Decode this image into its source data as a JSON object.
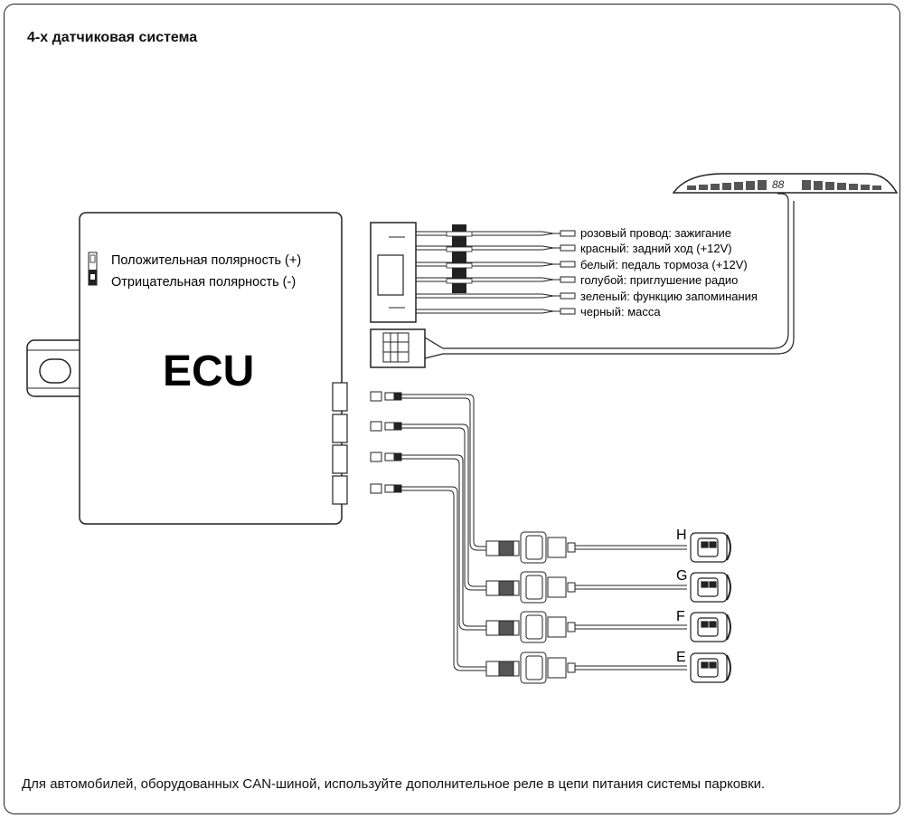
{
  "title": "4-х датчиковая система",
  "ecu": {
    "label": "ECU",
    "polarity_positive": "Положительная полярность (+)",
    "polarity_negative": "Отрицательная полярность  (-)"
  },
  "display": {
    "readout": "88"
  },
  "wires": [
    "розовый провод: зажигание",
    "красный: задний ход (+12V)",
    "белый: педаль тормоза (+12V)",
    "голубой: приглушение радио",
    "зеленый: функцию запоминания",
    "черный: масса"
  ],
  "sensors": [
    "H",
    "G",
    "F",
    "E"
  ],
  "footnote": "Для автомобилей, оборудованных CAN-шиной, используйте дополнительное реле в цепи питания системы парковки."
}
